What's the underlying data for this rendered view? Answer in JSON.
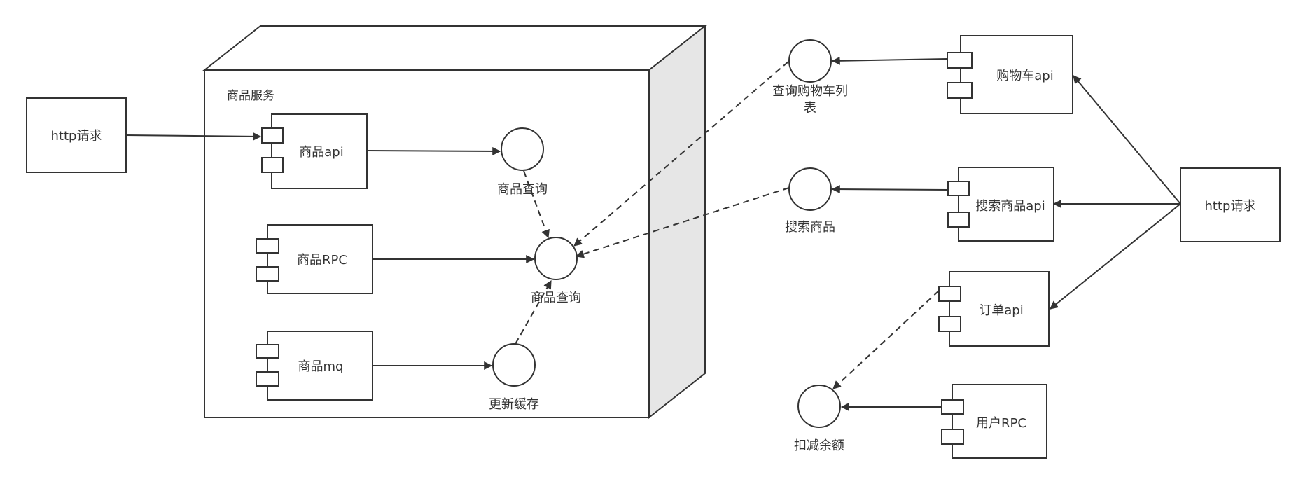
{
  "node": {
    "label": "商品服务"
  },
  "left_request": {
    "label": "http请求"
  },
  "right_request": {
    "label": "http请求"
  },
  "components": {
    "product_api": "商品api",
    "product_rpc": "商品RPC",
    "product_mq": "商品mq",
    "cart_api": "购物车api",
    "search_api": "搜索商品api",
    "order_api": "订单api",
    "user_rpc": "用户RPC"
  },
  "interfaces": {
    "product_query_top": "商品查询",
    "product_query_center": "商品查询",
    "update_cache": "更新缓存",
    "cart_list_line1": "查询购物车列",
    "cart_list_line2": "表",
    "search_product": "搜索商品",
    "deduct_balance": "扣减余额"
  }
}
